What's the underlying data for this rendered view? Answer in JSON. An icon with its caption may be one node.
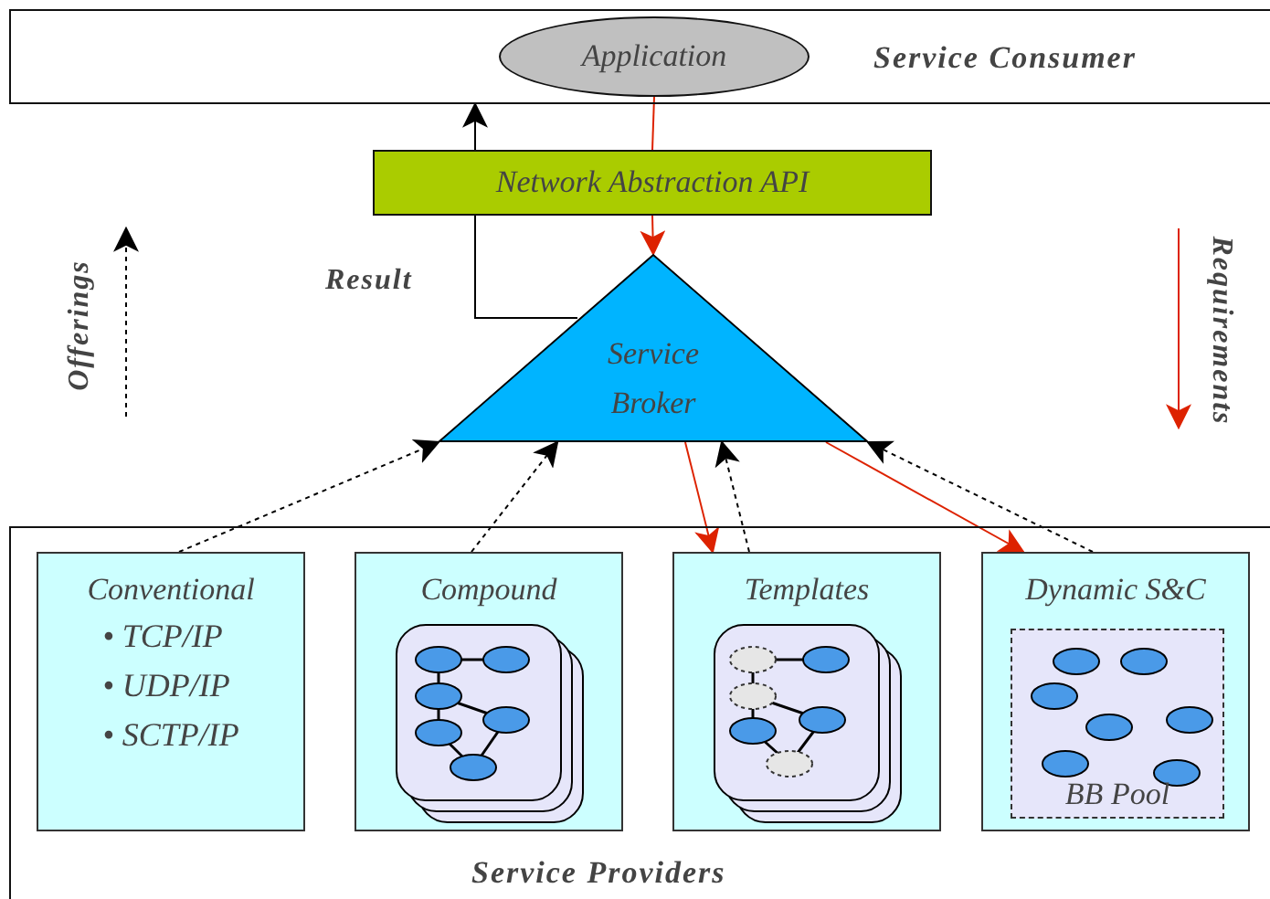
{
  "diagram": {
    "nodes": [
      {
        "text": [
          "Service Consumer"
        ]
      },
      {
        "text": [
          "Application"
        ],
        "in": 0
      },
      {
        "text": [
          "Network Abstraction API"
        ]
      },
      {
        "text": [
          "Service Broker"
        ]
      },
      {
        "text": [
          "Service Providers"
        ]
      },
      {
        "text": [
          "Conventional",
          "• TCP/IP",
          "• UDP/IP",
          "• SCTP/IP"
        ],
        "in": 4
      },
      {
        "text": [
          "Compound"
        ],
        "in": 4
      },
      {
        "text": [
          "Templates"
        ],
        "in": 4
      },
      {
        "text": [
          "Dynamic S&C"
        ],
        "in": 4
      },
      {
        "text": [
          "BB Pool"
        ],
        "in": 8
      }
    ],
    "edges": [
      {
        "from": 1,
        "to": 2,
        "arrow": "none",
        "color": "#dd2200"
      },
      {
        "from": 2,
        "to": 3,
        "arrow": "to",
        "color": "#dd2200"
      },
      {
        "from": 3,
        "to": 2,
        "arrow": "none",
        "label": "Result"
      },
      {
        "from": 2,
        "to": 0,
        "arrow": "to"
      },
      {
        "from": 5,
        "to": 3,
        "arrow": "to",
        "style": "dashed"
      },
      {
        "from": 6,
        "to": 3,
        "arrow": "to",
        "style": "dashed"
      },
      {
        "from": 7,
        "to": 3,
        "arrow": "to",
        "style": "dashed"
      },
      {
        "from": 8,
        "to": 3,
        "arrow": "to",
        "style": "dashed"
      },
      {
        "from": 3,
        "to": 7,
        "arrow": "to",
        "color": "#dd2200"
      },
      {
        "from": 3,
        "to": 8,
        "arrow": "to",
        "color": "#dd2200"
      }
    ],
    "labels": [
      "Offerings",
      "Requirements"
    ]
  }
}
